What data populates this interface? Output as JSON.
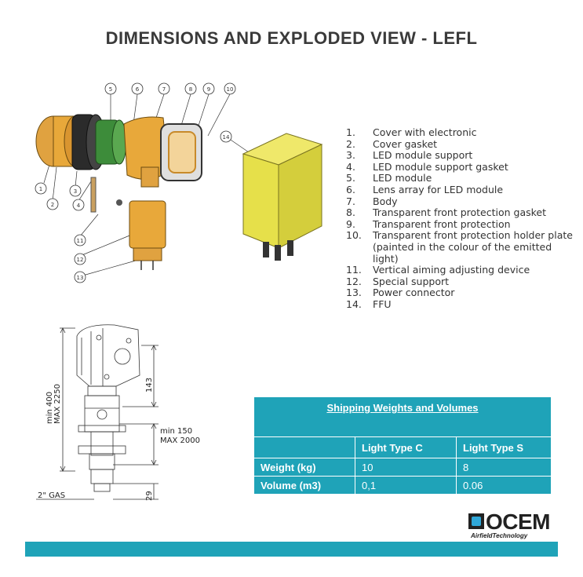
{
  "title": "DIMENSIONS AND EXPLODED VIEW - LEFL",
  "exploded_callouts": [
    "1",
    "2",
    "3",
    "4",
    "5",
    "6",
    "7",
    "8",
    "9",
    "10",
    "11",
    "12",
    "13",
    "14"
  ],
  "parts_list": [
    {
      "num": "1.",
      "label": "Cover with electronic"
    },
    {
      "num": "2.",
      "label": "Cover gasket"
    },
    {
      "num": "3.",
      "label": "LED module support"
    },
    {
      "num": "4.",
      "label": "LED module support gasket"
    },
    {
      "num": "5.",
      "label": "LED module"
    },
    {
      "num": "6.",
      "label": "Lens array for LED module"
    },
    {
      "num": "7.",
      "label": "Body"
    },
    {
      "num": "8.",
      "label": "Transparent front protection gasket"
    },
    {
      "num": "9.",
      "label": "Transparent front protection"
    },
    {
      "num": "10.",
      "label": "Transparent front protection holder plate (painted in the colour of the emitted light)"
    },
    {
      "num": "11.",
      "label": "Vertical aiming adjusting device"
    },
    {
      "num": "12.",
      "label": "Special support"
    },
    {
      "num": "13.",
      "label": "Power connector"
    },
    {
      "num": "14.",
      "label": "FFU"
    }
  ],
  "dimensions": {
    "total_min_max_line1": "min 400",
    "total_min_max_line2": "MAX 2250",
    "head_height": "143",
    "column_line1": "min 150",
    "column_line2": "MAX 2000",
    "base_height": "29",
    "gas_label": "2\" GAS"
  },
  "table": {
    "title": "Shipping Weights and Volumes",
    "col1": "Light Type C",
    "col2": "Light Type S",
    "rows": [
      {
        "label": "Weight (kg)",
        "c": "10",
        "s": "8"
      },
      {
        "label": "Volume (m3)",
        "c": "0,1",
        "s": "0.06"
      }
    ]
  },
  "logo": {
    "name": "OCEM",
    "tagline": "AirfieldTechnology"
  },
  "colors": {
    "accent": "#1fa3b8",
    "yellow": "#e8a83a",
    "ffu_yellow": "#e6e04a"
  }
}
